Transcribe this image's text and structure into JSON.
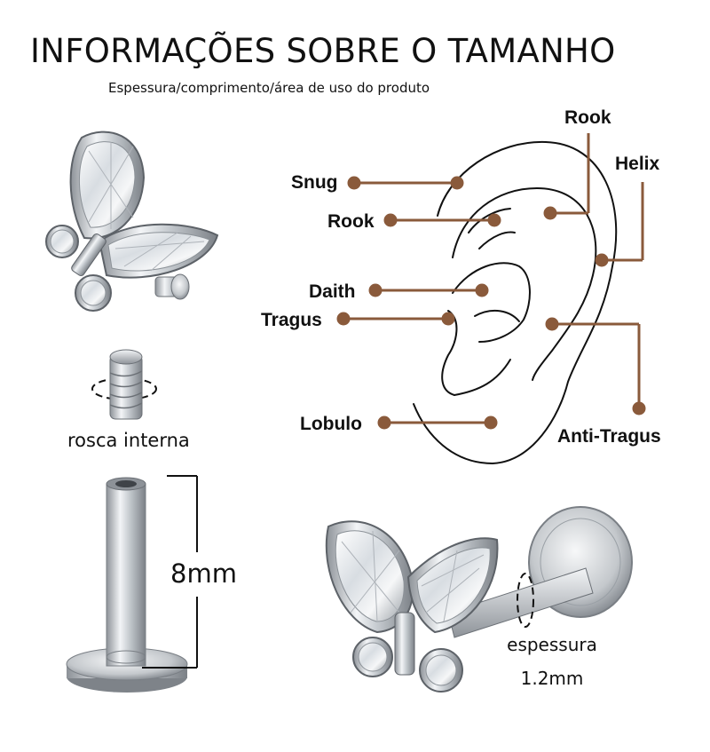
{
  "header": {
    "title": "INFORMAÇÕES SOBRE O TAMANHO",
    "subtitle": "Espessura/comprimento/área de uso do produto"
  },
  "ear_labels": {
    "snug": "Snug",
    "rook_left": "Rook",
    "rook_top": "Rook",
    "helix": "Helix",
    "daith": "Daith",
    "tragus": "Tragus",
    "lobulo": "Lobulo",
    "anti_tragus": "Anti-Tragus"
  },
  "thread": {
    "caption": "rosca interna"
  },
  "post": {
    "length": "8mm"
  },
  "thickness": {
    "label": "espessura",
    "value": "1.2mm"
  },
  "colors": {
    "leader": "#8a5a3b",
    "text": "#111111",
    "ear_outline": "#111111",
    "metal": "#c9cdd2"
  }
}
